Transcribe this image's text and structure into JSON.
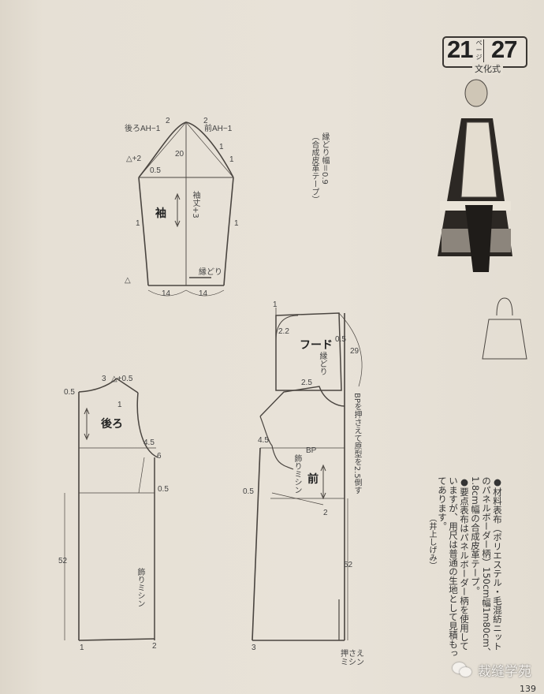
{
  "header": {
    "page_ref_number": "21",
    "page_ref_unit": "ページ",
    "pattern_number": "27",
    "style_system": "文化式"
  },
  "sleeve": {
    "title": "袖",
    "back_armhole": "後ろAH−1",
    "front_armhole": "前AH−1",
    "cap_top_left": "2",
    "cap_top_right": "2",
    "cap_height": "20",
    "left_offset": "△+2",
    "left_ease": "0.5",
    "front_offsets": [
      "1",
      "1"
    ],
    "side_left": "1",
    "side_right": "1",
    "length": "袖丈+3",
    "trim": "縁どり",
    "hem_half_left": "14",
    "hem_half_right": "14",
    "grain_mark": "△"
  },
  "trim_note": {
    "width": "縁どり幅＝0.9",
    "material": "（合成皮革テープ）"
  },
  "hood": {
    "title": "フード",
    "top_mark": "1",
    "corner_curve": "2.2",
    "front_ease": "0.5",
    "trim": "縁どり",
    "arc_length": "29",
    "neck_offset": "2.5"
  },
  "back_body": {
    "title": "後ろ",
    "neck_width": "3",
    "shoulder_offset": "△+0.5",
    "neck_rise": "0.5",
    "shoulder_drop": "1",
    "armhole_depth": "4.5",
    "armhole_width": "6",
    "side_out": "0.5",
    "length": "52",
    "decorative_stitch": "飾りミシン",
    "hem_left": "1",
    "hem_right": "2"
  },
  "front_body": {
    "title": "前",
    "armhole_depth": "4.5",
    "bust_point": "BP",
    "decorative_stitch": "飾りミシン",
    "side_offset": "0.5",
    "side_drop": "2",
    "dart_note": "BPを押さえて原型を2.5倒す",
    "length": "52",
    "hem_left": "3",
    "topstitch": "押さえミシン"
  },
  "instructions": {
    "materials_head": "●材料",
    "materials": "表布（ポリエステル・毛混紡ニットのパネルボーダー柄）150cm幅1m80cm、1.8cm幅の合成皮革テープ。",
    "points_head": "●要点",
    "points": "表布はパネルボーダー柄を使用していますが、用尺は普通の生地として見積もってあります。",
    "author": "（井上しげみ）"
  },
  "watermark": {
    "text": "裁缝学苑"
  },
  "footer": {
    "page_number": "139"
  },
  "colors": {
    "paper": "#e6e0d5",
    "ink": "#3a3632",
    "line": "#55504a"
  }
}
